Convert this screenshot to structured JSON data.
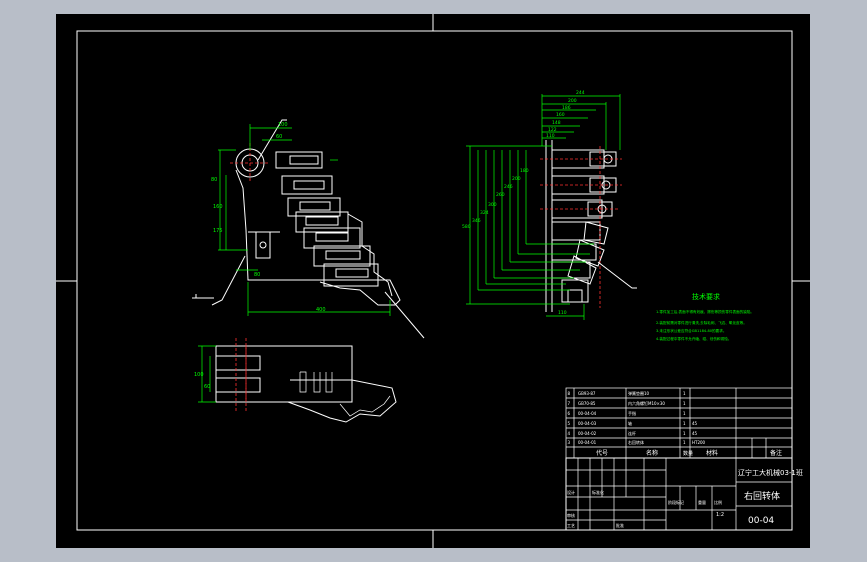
{
  "colors": {
    "sheet": "#000000",
    "lines": "#ffffff",
    "dims": "#00ff00",
    "centerlines": "#ff3030",
    "background": "#b8bec8"
  },
  "tech_req": {
    "title": "技术要求",
    "lines": [
      "1.零件加工后,表面不得有划痕、擦伤等损伤零件表面的缺陷。",
      "2.装配前需对零件进行清洗,去除毛刺、飞边、氧化皮等。",
      "3.未注形状公差应符合GB1184-80的要求。",
      "4.装配过程中零件不允许磕、碰、划伤和锈蚀。"
    ]
  },
  "title_block": {
    "school": "辽宁工大机械03-1班",
    "part_name": "右回转体",
    "drawing_no": "00-04",
    "headers": {
      "code": "代号",
      "name": "名称",
      "material": "材料",
      "qty": "数量",
      "remark": "备注"
    },
    "labels": {
      "design": "设计",
      "standard": "标准化",
      "review": "审核",
      "craft": "工艺",
      "approve": "批准",
      "stage": "阶段标记",
      "weight": "重量",
      "scale": "比例"
    },
    "scale_value": "1:2",
    "parts": [
      {
        "no": "8",
        "code": "GB93-87",
        "name": "弹簧垫圈10",
        "material": "",
        "qty": "1"
      },
      {
        "no": "7",
        "code": "GB70-85",
        "name": "内六角螺钉M10×30",
        "material": "",
        "qty": "1"
      },
      {
        "no": "6",
        "code": "00-04-04",
        "name": "手指",
        "material": "",
        "qty": "1"
      },
      {
        "no": "5",
        "code": "00-04-03",
        "name": "轴",
        "material": "45",
        "qty": "1"
      },
      {
        "no": "4",
        "code": "00-04-02",
        "name": "连杆",
        "material": "45",
        "qty": "1"
      },
      {
        "no": "3",
        "code": "00-04-01",
        "name": "右回转体",
        "material": "HT200",
        "qty": "1"
      }
    ]
  },
  "dims": {
    "left_top": [
      "100",
      "60"
    ],
    "left_side": [
      "80",
      "160",
      "175"
    ],
    "left_bottom": [
      "80",
      "400"
    ],
    "right_top": [
      "244",
      "200",
      "186",
      "160",
      "148",
      "122",
      "110"
    ],
    "right_side": [
      "346",
      "324",
      "300",
      "260",
      "246",
      "200",
      "180"
    ],
    "right_outer": "580",
    "right_bottom": "110",
    "lower_view": [
      "100",
      "60"
    ]
  }
}
